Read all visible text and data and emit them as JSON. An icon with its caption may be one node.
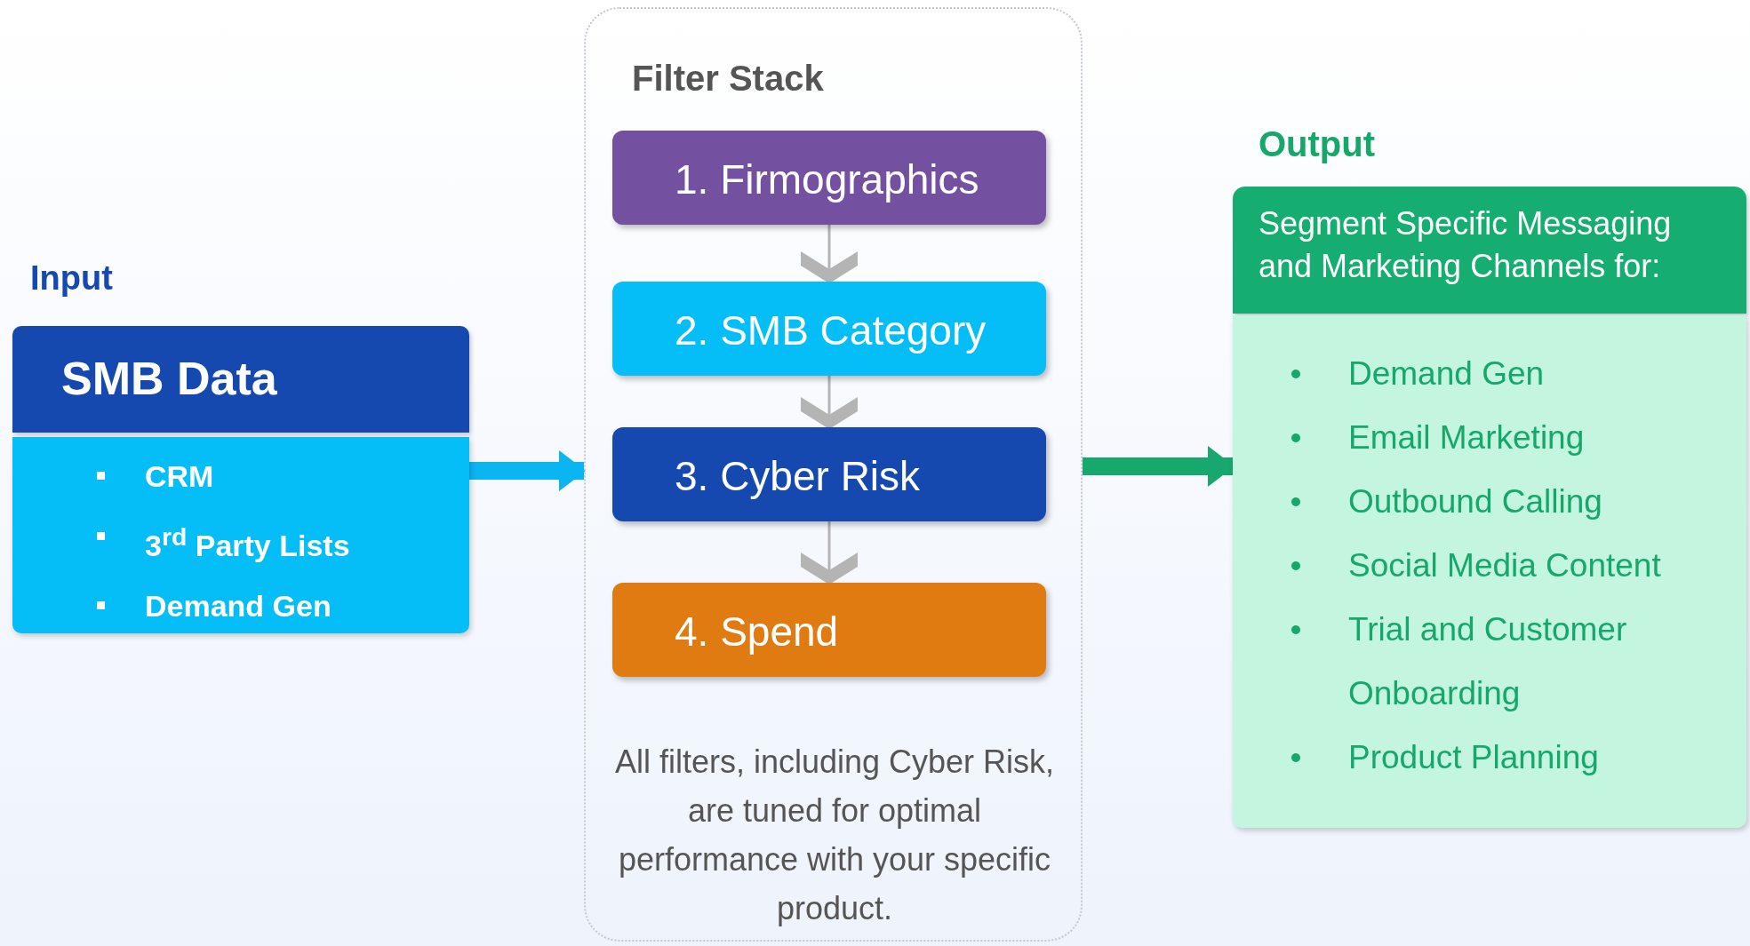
{
  "diagram": {
    "nodes": [
      {
        "text": [
          "Input",
          "SMB Data",
          "CRM",
          "3$^{rd}$ Party Lists",
          "Demand Gen"
        ]
      },
      {
        "text": [
          "Filter Stack",
          "All filters, including Cyber Risk, are tuned for optimal performance with your specific product."
        ]
      },
      {
        "text": [
          "1. Firmographics"
        ],
        "in": 1
      },
      {
        "text": [
          "2. SMB Category"
        ],
        "in": 1
      },
      {
        "text": [
          "3. Cyber Risk"
        ],
        "in": 1
      },
      {
        "text": [
          "4. Spend"
        ],
        "in": 1
      },
      {
        "text": [
          "Output",
          "Segment Specific Messaging and Marketing Channels for:",
          "Demand Gen",
          "Email Marketing",
          "Outbound Calling",
          "Social Media Content",
          "Trial and Customer Onboarding",
          "Product Planning"
        ]
      }
    ],
    "edges": [
      {
        "from": 0,
        "to": 1,
        "arrow": "to",
        "style": "thick",
        "color": "#0bb5f2"
      },
      {
        "from": 1,
        "to": 6,
        "arrow": "to",
        "style": "thick",
        "color": "#17a86d"
      },
      {
        "from": 2,
        "to": 3,
        "arrow": "to"
      },
      {
        "from": 3,
        "to": 4,
        "arrow": "to"
      },
      {
        "from": 4,
        "to": 5,
        "arrow": "to"
      }
    ]
  }
}
